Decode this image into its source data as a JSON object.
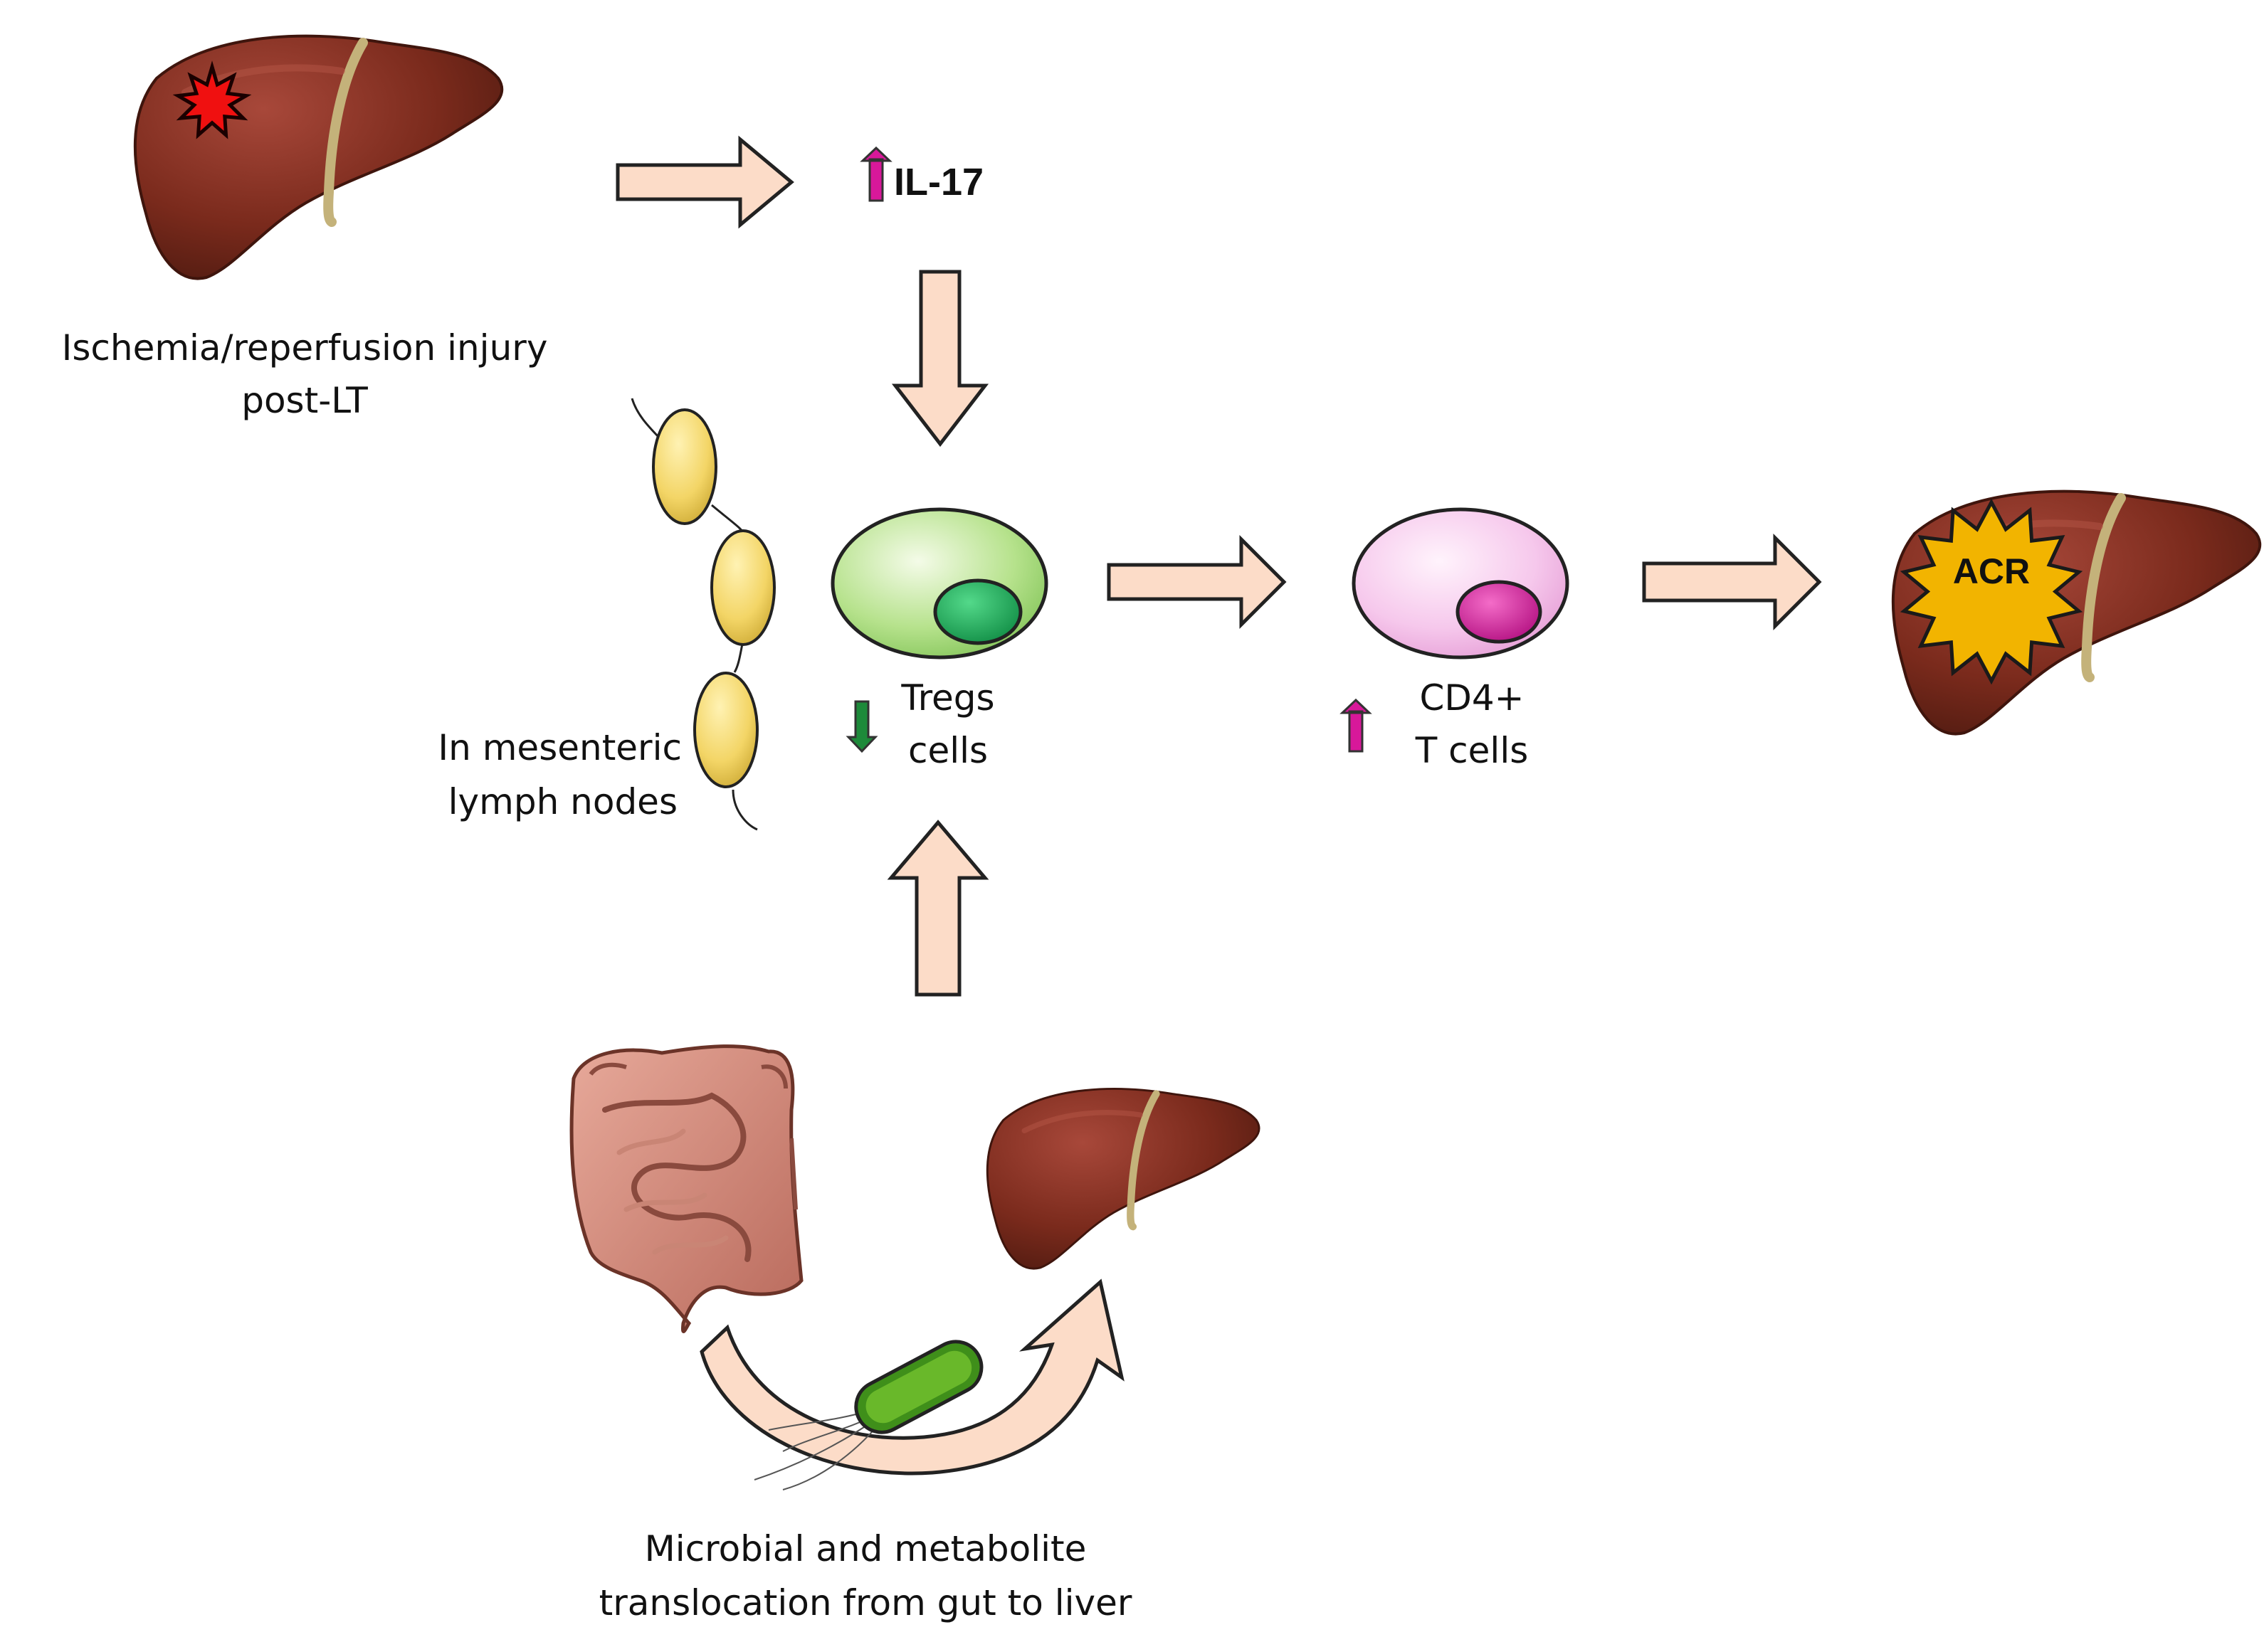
{
  "labels": {
    "injury_line1": "Ischemia/reperfusion injury",
    "injury_line2": "post-LT",
    "il17": "IL-17",
    "tregs_line1": "Tregs",
    "tregs_line2": "cells",
    "cd4_line1": "CD4+",
    "cd4_line2": "T cells",
    "lymph_line1": "In mesenteric",
    "lymph_line2": "lymph nodes",
    "acr": "ACR",
    "microbial_line1": "Microbial and metabolite",
    "microbial_line2": "translocation from gut to liver"
  },
  "indicators": {
    "il17": "up",
    "tregs": "down",
    "cd4": "up"
  },
  "colors": {
    "liver": "#7a2a1c",
    "gallbladder_band": "#c4b27a",
    "arrow_fill": "#fcdcc8",
    "arrow_stroke": "#222222",
    "treg_cell": "#b6e28c",
    "treg_nucleus": "#1aa858",
    "cd4_cell": "#f6c8ec",
    "cd4_nucleus": "#d8189a",
    "lymph_node": "#f3d566",
    "injury_star": "#f01010",
    "acr_star": "#f2b400",
    "up_arrow": "#d8189a",
    "down_arrow": "#1d8a3a"
  }
}
